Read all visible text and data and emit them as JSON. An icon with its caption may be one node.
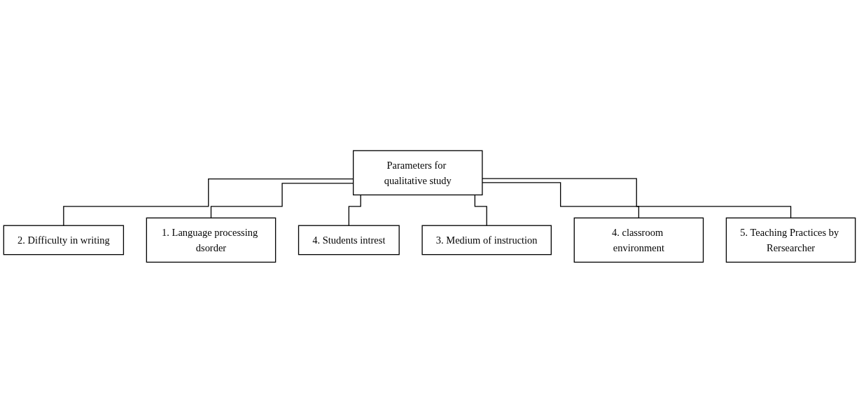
{
  "diagram": {
    "nodes": [
      {
        "text": [
          "Parameters for qualitative study"
        ]
      },
      {
        "text": [
          "2. Difficulty in writing"
        ]
      },
      {
        "text": [
          "1. Language processing dsorder"
        ]
      },
      {
        "text": [
          "4. Students intrest"
        ]
      },
      {
        "text": [
          "3. Medium of instruction"
        ]
      },
      {
        "text": [
          "4. classroom environment"
        ]
      },
      {
        "text": [
          "5. Teaching Practices by Rersearcher"
        ]
      }
    ],
    "edges": [
      {
        "from": 0,
        "to": 1,
        "arrow": "none"
      },
      {
        "from": 0,
        "to": 2,
        "arrow": "none"
      },
      {
        "from": 0,
        "to": 3,
        "arrow": "none"
      },
      {
        "from": 0,
        "to": 4,
        "arrow": "none"
      },
      {
        "from": 0,
        "to": 5,
        "arrow": "none"
      },
      {
        "from": 0,
        "to": 6,
        "arrow": "none"
      }
    ]
  }
}
